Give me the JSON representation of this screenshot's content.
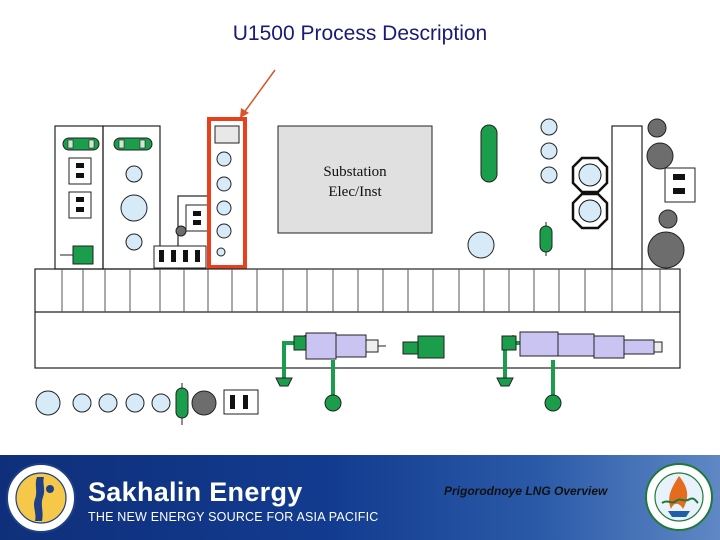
{
  "slide": {
    "title": "U1500 Process Description"
  },
  "diagram": {
    "substation_label_line1": "Substation",
    "substation_label_line2": "Elec/Inst",
    "highlight_color": "#e8401c",
    "pipe_color": "#1b9e4b",
    "compressor_color": "#c9c4f2"
  },
  "footer": {
    "brand_name": "Sakhalin Energy",
    "tagline": "THE NEW ENERGY SOURCE FOR ASIA PACIFIC",
    "presentation_title": "Prigorodnoye LNG Overview"
  }
}
